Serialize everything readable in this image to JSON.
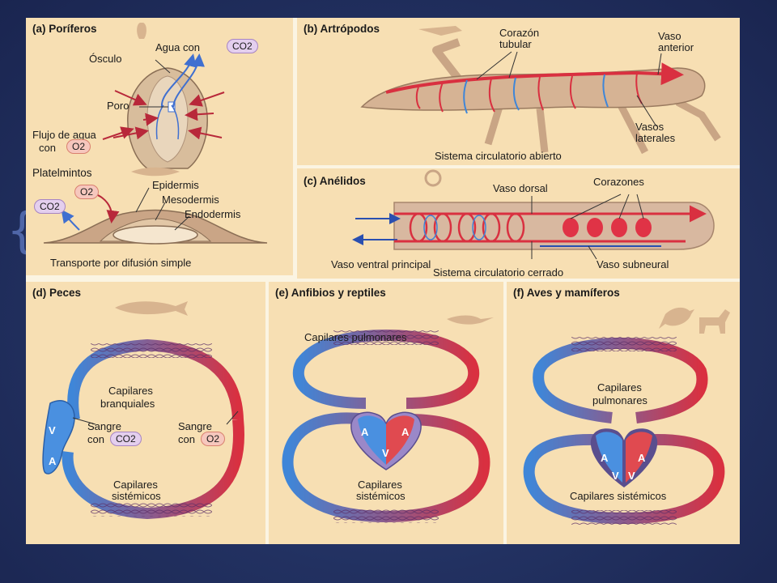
{
  "panels": {
    "a": {
      "title": "(a) Poríferos",
      "agua_con": "Agua con",
      "co2": "CO2",
      "osculo": "Ósculo",
      "poro": "Poro",
      "flujo_line1": "Flujo de agua",
      "flujo_line2": "con",
      "o2": "O2",
      "plat_title": "Platelmintos",
      "epidermis": "Epidermis",
      "mesodermis": "Mesodermis",
      "endodermis": "Endodermis",
      "plat_o2": "O2",
      "plat_co2": "CO2",
      "transporte": "Transporte por difusión simple"
    },
    "b": {
      "title": "(b) Artrópodos",
      "corazon_line1": "Corazón",
      "corazon_line2": "tubular",
      "vaso_line1": "Vaso",
      "vaso_line2": "anterior",
      "vasos_line1": "Vasos",
      "vasos_line2": "laterales",
      "sistema": "Sistema circulatorio abierto"
    },
    "c": {
      "title": "(c) Anélidos",
      "vaso_dorsal": "Vaso dorsal",
      "corazones": "Corazones",
      "vaso_ventral": "Vaso ventral principal",
      "vaso_subneural": "Vaso subneural",
      "sistema": "Sistema circulatorio cerrado"
    },
    "d": {
      "title": "(d) Peces",
      "cap_line1": "Capilares",
      "cap_line2": "branquiales",
      "sangre1_line1": "Sangre",
      "sangre1_line2": "con",
      "co2": "CO2",
      "sangre2_line1": "Sangre",
      "sangre2_line2": "con",
      "o2": "O2",
      "sist_line1": "Capilares",
      "sist_line2": "sistémicos",
      "v": "V",
      "a": "A"
    },
    "e": {
      "title": "(e) Anfibios y reptiles",
      "pulmonares": "Capilares pulmonares",
      "sist_line1": "Capilares",
      "sist_line2": "sistémicos",
      "a1": "A",
      "a2": "A",
      "v": "V"
    },
    "f": {
      "title": "(f) Aves y mamíferos",
      "pulm_line1": "Capilares",
      "pulm_line2": "pulmonares",
      "sistemicos": "Capilares sistémicos",
      "a1": "A",
      "a2": "A",
      "v1": "V",
      "v2": "V"
    }
  },
  "colors": {
    "panel_bg": "#f7dfb3",
    "blood_red": "#d93040",
    "blood_blue": "#3f86d8",
    "tissue": "#d9b08a"
  }
}
